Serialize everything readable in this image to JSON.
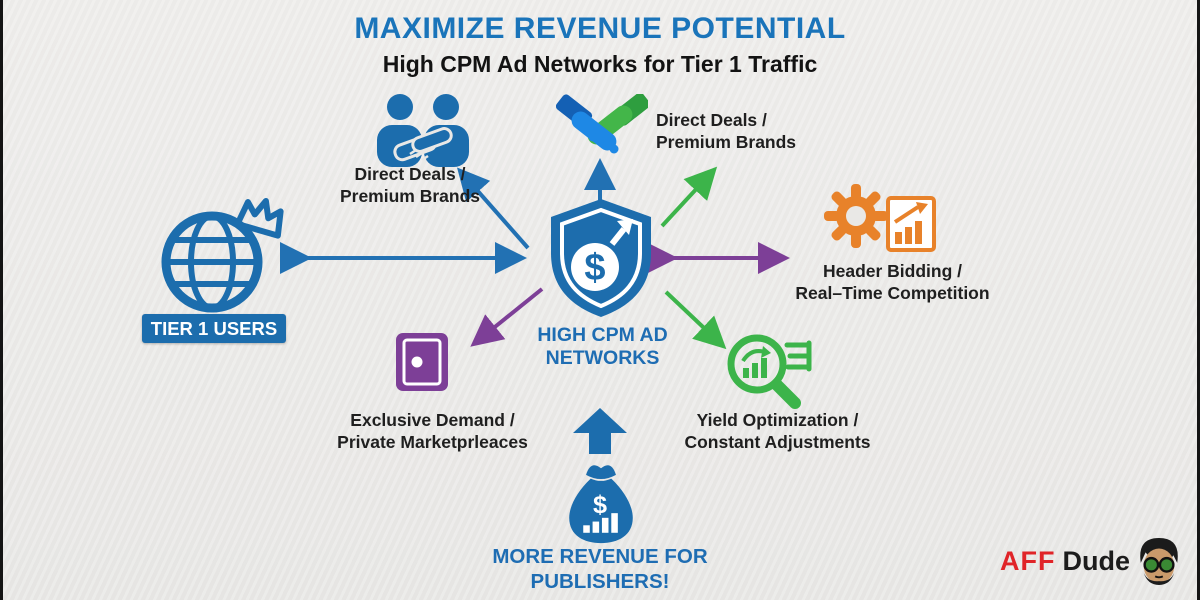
{
  "title": "MAXIMIZE REVENUE POTENTIAL",
  "subtitle": "High CPM Ad Networks for Tier 1 Traffic",
  "center": {
    "label_line1": "HIGH CPM AD",
    "label_line2": "NETWORKS",
    "dollar": "$"
  },
  "nodes": {
    "tier1_users": {
      "label": "TIER 1 USERS"
    },
    "direct_deals_left": {
      "line1": "Direct Deals /",
      "line2": "Premium Brands"
    },
    "direct_deals_top": {
      "line1": "Direct Deals /",
      "line2": "Premium Brands"
    },
    "header_bidding": {
      "line1": "Header Bidding /",
      "line2": "Real–Time Competition"
    },
    "yield_optimization": {
      "line1": "Yield Optimization /",
      "line2": "Constant Adjustments"
    },
    "exclusive_demand": {
      "line1": "Exclusive Demand /",
      "line2": "Private Marketprleaces"
    },
    "more_revenue": {
      "line1": "MORE REVENUE",
      "line2": "FOR PUBLISHERS!",
      "dollar": "$"
    }
  },
  "logo": {
    "aff": "AFF",
    "dude": "Dude"
  },
  "icons": [
    "globe-crown-icon",
    "people-handshake-icon",
    "handshake-icon",
    "shield-dollar-icon",
    "gear-icon",
    "bar-chart-icon",
    "magnifier-analytics-icon",
    "door-icon",
    "up-arrow-icon",
    "money-bag-icon",
    "dude-face-icon"
  ],
  "colors": {
    "title_blue": "#1a74ba",
    "brand_blue": "#1c6dad",
    "arrow_blue": "#2271b3",
    "green": "#3cb44a",
    "purple": "#7d3f97",
    "orange": "#e8822a",
    "text_dark": "#1f1f1f",
    "logo_red": "#e02428",
    "background": "#e9e8e6"
  }
}
